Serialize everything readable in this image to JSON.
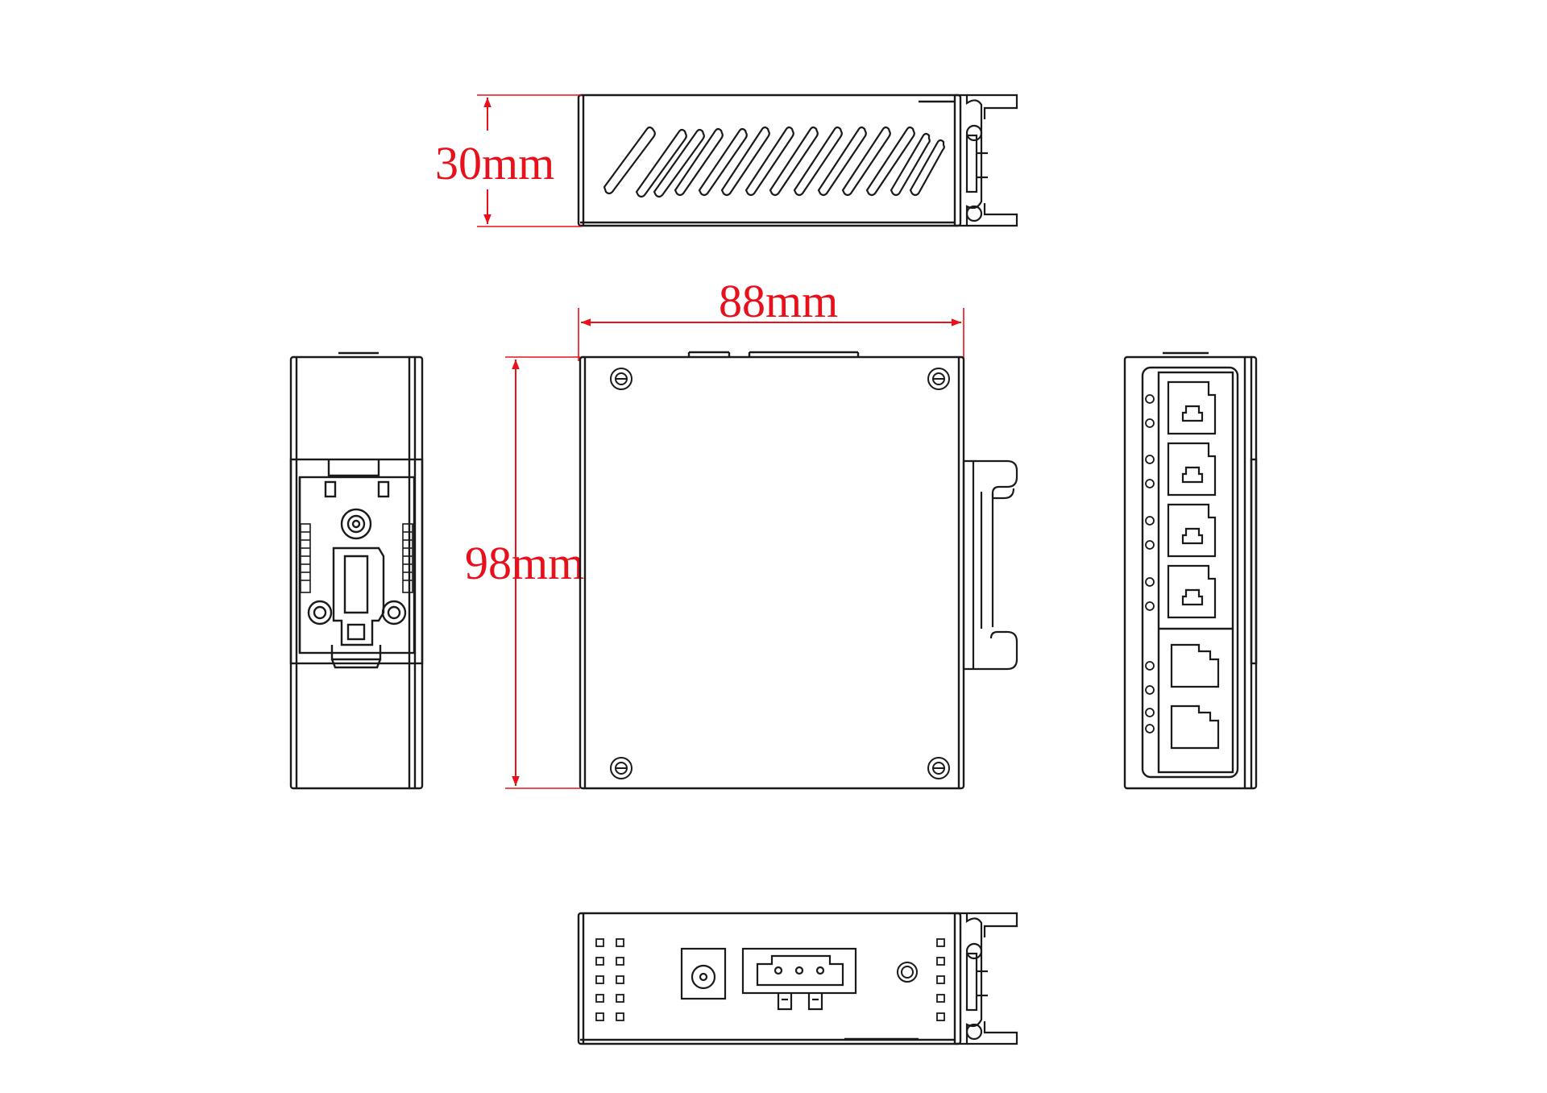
{
  "dimensions": {
    "height": "30mm",
    "width": "88mm",
    "depth": "98mm"
  },
  "colors": {
    "outline": "#1a1a1a",
    "dimension": "#e8101a",
    "background": "#ffffff"
  },
  "views": [
    "top-view",
    "left-side-view",
    "front-view",
    "right-side-view",
    "bottom-view"
  ]
}
